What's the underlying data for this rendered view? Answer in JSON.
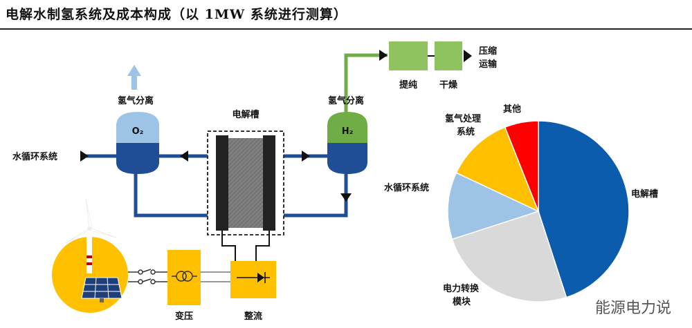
{
  "title": "电解水制氢系统及成本构成（以 1MW 系统进行测算）",
  "labels": {
    "water_loop": "水循环系统",
    "gas_sep_left": "氢气分离",
    "gas_sep_right": "氢气分离",
    "o2": "O₂",
    "h2": "H₂",
    "electrolyzer": "电解槽",
    "purify": "提纯",
    "dry": "干燥",
    "compress_1": "压缩",
    "compress_2": "运输",
    "transformer": "变压",
    "rectifier": "整流"
  },
  "colors": {
    "pipe_blue": "#1f4e96",
    "tank_dark": "#1f4e96",
    "tank_light": "#9dc3e6",
    "h2_green": "#70ad47",
    "box_green": "#8fc35f",
    "power_yellow": "#ffc000",
    "electrode_black": "#222222"
  },
  "chart_data": {
    "type": "pie",
    "categories": [
      "电解槽",
      "电力转换模块",
      "水循环系统",
      "氢气处理系统",
      "其他"
    ],
    "values": [
      45,
      25,
      12,
      12,
      6
    ],
    "colors": [
      "#0b5cad",
      "#d9d9d9",
      "#9dc3e6",
      "#ffc000",
      "#ff0000"
    ],
    "title": ""
  },
  "pie_labels": {
    "electrolyzer": "电解槽",
    "power_1": "电力转换",
    "power_2": "模块",
    "water": "水循环系统",
    "h2proc_1": "氢气处理",
    "h2proc_2": "系统",
    "other": "其他"
  },
  "watermark": "能源电力说"
}
